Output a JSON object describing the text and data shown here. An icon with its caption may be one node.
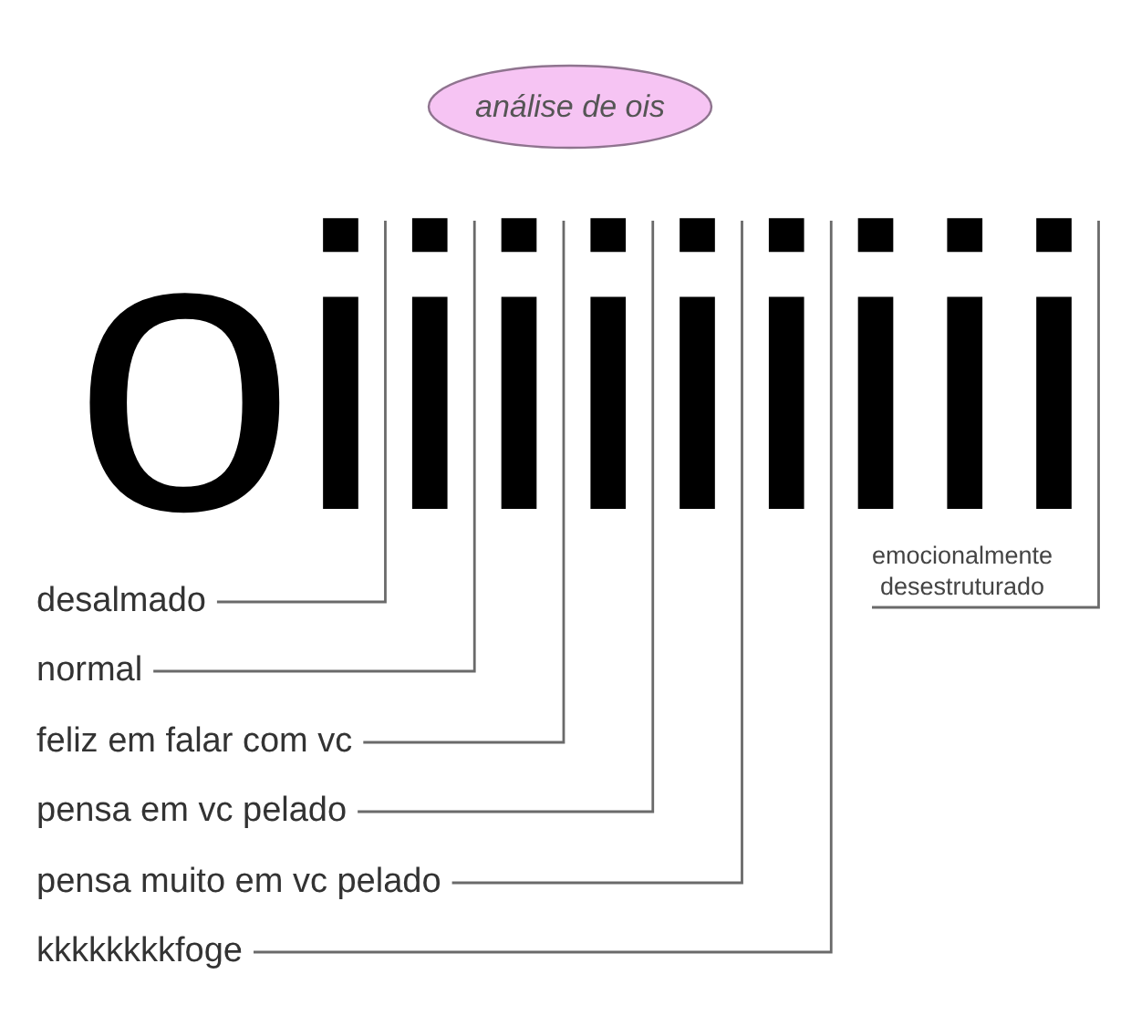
{
  "diagram": {
    "nodes": [
      {
        "text": [
          "análise de ois"
        ]
      },
      {
        "text": [
          "oiiiiiiiii"
        ]
      },
      {
        "text": [
          "desalmado"
        ]
      },
      {
        "text": [
          "normal"
        ]
      },
      {
        "text": [
          "feliz em falar com vc"
        ]
      },
      {
        "text": [
          "pensa em vc pelado"
        ]
      },
      {
        "text": [
          "pensa muito em vc pelado"
        ]
      },
      {
        "text": [
          "kkkkkkkkfoge"
        ]
      },
      {
        "text": [
          "emocionalmente desestruturado"
        ]
      }
    ],
    "edges": [
      {
        "from": 2,
        "to": 1,
        "arrow": "none"
      },
      {
        "from": 3,
        "to": 1,
        "arrow": "none"
      },
      {
        "from": 4,
        "to": 1,
        "arrow": "none"
      },
      {
        "from": 5,
        "to": 1,
        "arrow": "none"
      },
      {
        "from": 6,
        "to": 1,
        "arrow": "none"
      },
      {
        "from": 7,
        "to": 1,
        "arrow": "none"
      },
      {
        "from": 8,
        "to": 1,
        "arrow": "none"
      }
    ]
  }
}
